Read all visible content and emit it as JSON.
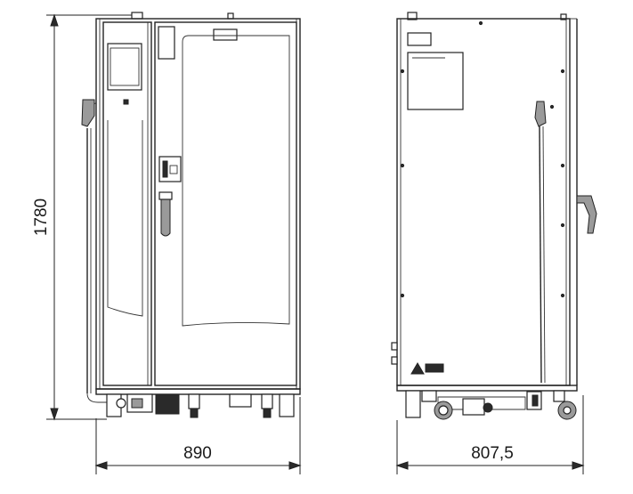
{
  "dimensions": {
    "height_label": "1780",
    "front_width_label": "890",
    "side_depth_label": "807,5"
  },
  "colors": {
    "line": "#222222",
    "background": "#ffffff",
    "dark_fill": "#2a2a2a",
    "gray_fill": "#9a9a9a"
  }
}
